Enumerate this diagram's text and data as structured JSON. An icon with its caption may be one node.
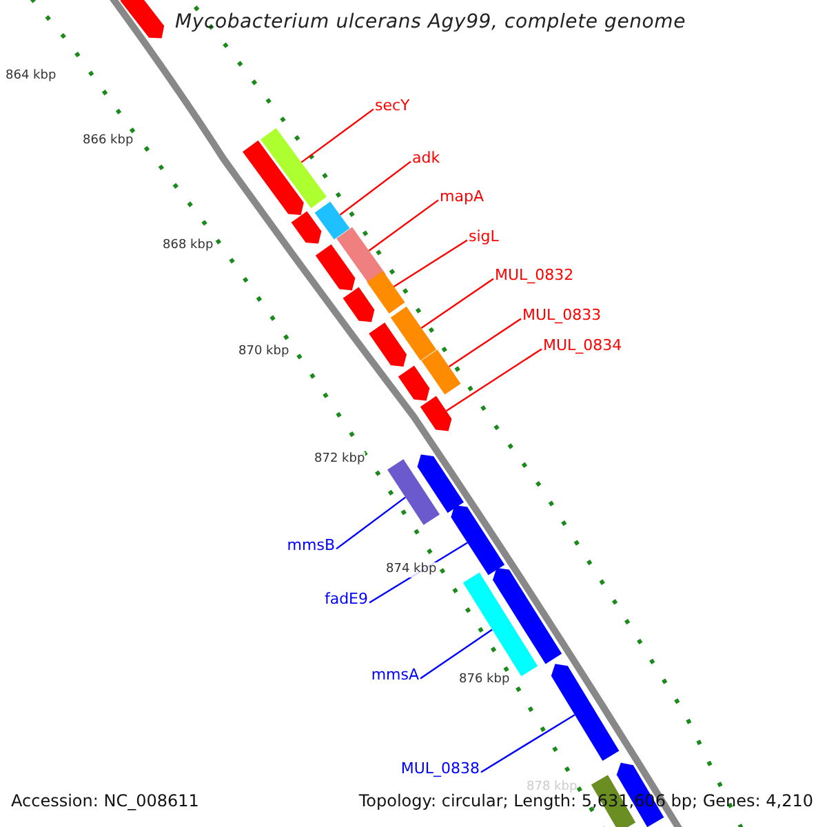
{
  "diagram": {
    "title": "Mycobacterium ulcerans Agy99, complete genome",
    "nodes": [
      {
        "text": [
          "secY"
        ]
      },
      {
        "text": [],
        "shape": "bar"
      },
      {
        "text": [
          "adk"
        ]
      },
      {
        "text": [],
        "shape": "bar"
      },
      {
        "text": [
          "mapA"
        ]
      },
      {
        "text": [],
        "shape": "bar"
      },
      {
        "text": [
          "sigL"
        ]
      },
      {
        "text": [],
        "shape": "bar"
      },
      {
        "text": [
          "MUL_0832"
        ]
      },
      {
        "text": [],
        "shape": "bar"
      },
      {
        "text": [
          "MUL_0833"
        ]
      },
      {
        "text": [],
        "shape": "bar"
      },
      {
        "text": [
          "MUL_0834"
        ]
      },
      {
        "text": [],
        "shape": "bar"
      },
      {
        "text": [
          "mmsB"
        ]
      },
      {
        "text": [],
        "shape": "bar"
      },
      {
        "text": [
          "fadE9"
        ]
      },
      {
        "text": [],
        "shape": "bar"
      },
      {
        "text": [
          "mmsA"
        ]
      },
      {
        "text": [],
        "shape": "bar"
      },
      {
        "text": [
          "MUL_0838"
        ]
      },
      {
        "text": [],
        "shape": "bar"
      },
      {
        "text": [],
        "shape": "bar"
      },
      {
        "text": [],
        "shape": "bar"
      },
      {
        "text": [],
        "shape": "bar"
      },
      {
        "text": [],
        "shape": "bar"
      },
      {
        "text": [],
        "shape": "bar"
      },
      {
        "text": [],
        "shape": "bar"
      },
      {
        "text": [],
        "shape": "bar"
      },
      {
        "text": [],
        "shape": "bar"
      },
      {
        "text": [],
        "shape": "bar"
      },
      {
        "text": [],
        "shape": "bar"
      },
      {
        "text": [],
        "shape": "bar"
      }
    ],
    "edges": [
      {
        "from": 0,
        "to": 1,
        "arrow": "none"
      },
      {
        "from": 2,
        "to": 3,
        "arrow": "none"
      },
      {
        "from": 4,
        "to": 5,
        "arrow": "none"
      },
      {
        "from": 6,
        "to": 7,
        "arrow": "none"
      },
      {
        "from": 8,
        "to": 9,
        "arrow": "none"
      },
      {
        "from": 10,
        "to": 11,
        "arrow": "none"
      },
      {
        "from": 12,
        "to": 13,
        "arrow": "none"
      },
      {
        "from": 14,
        "to": 15,
        "arrow": "none",
        "color": "#0000ff"
      },
      {
        "from": 16,
        "to": 17,
        "arrow": "none",
        "color": "#0000ff"
      },
      {
        "from": 18,
        "to": 19,
        "arrow": "none",
        "color": "#0000ff"
      },
      {
        "from": 20,
        "to": 21,
        "arrow": "none",
        "color": "#0000ff"
      }
    ],
    "labels": [
      "864 kbp",
      "866 kbp",
      "868 kbp",
      "870 kbp",
      "872 kbp",
      "874 kbp",
      "876 kbp",
      "878 kbp",
      "Accession: NC_008611",
      "Topology: circular; Length: 5,631,606 bp; Genes: 4,210"
    ]
  }
}
